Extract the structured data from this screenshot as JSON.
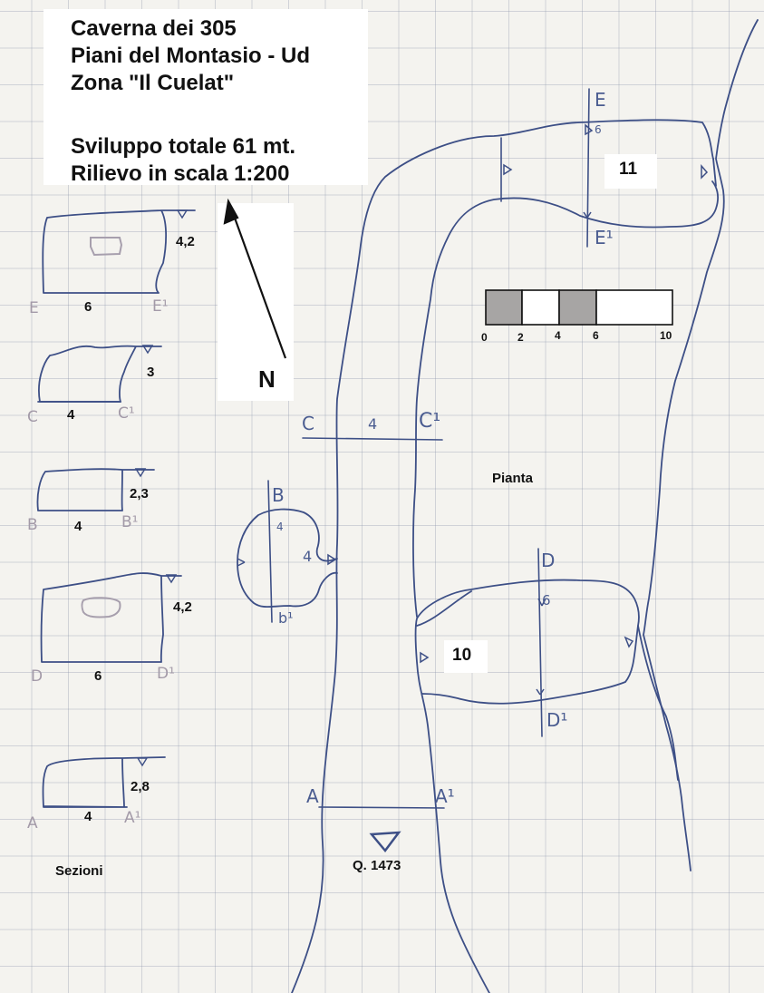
{
  "header": {
    "line1": "Caverna dei 305",
    "line2": "Piani del Montasio - Ud",
    "line3": "Zona \"Il Cuelat\"",
    "line4": "Sviluppo totale 61 mt.",
    "line5": "Rilievo in scala 1:200"
  },
  "north": {
    "label": "N"
  },
  "scale_bar": {
    "ticks": [
      "0",
      "2",
      "4",
      "6",
      "10"
    ]
  },
  "plan": {
    "label": "Pianta",
    "room_11": "11",
    "room_10": "10",
    "elevation": "Q. 1473",
    "marks": {
      "E": "E",
      "E1": "E¹",
      "E_width": "6",
      "C": "C",
      "C1": "C¹",
      "C_width": "4",
      "B": "B",
      "B1": "b¹",
      "B_width": "4",
      "D": "D",
      "D1": "D¹",
      "D_width": "6",
      "A": "A",
      "A1": "A¹"
    }
  },
  "sections": {
    "label": "Sezioni",
    "items": [
      {
        "id": "E",
        "width": "6",
        "height": "4,2",
        "left": "E",
        "right": "E¹"
      },
      {
        "id": "C",
        "width": "4",
        "height": "3",
        "left": "C",
        "right": "C¹"
      },
      {
        "id": "B",
        "width": "4",
        "height": "2,3",
        "left": "B",
        "right": "B¹"
      },
      {
        "id": "D",
        "width": "6",
        "height": "4,2",
        "left": "D",
        "right": "D¹"
      },
      {
        "id": "A",
        "width": "4",
        "height": "2,8",
        "left": "A",
        "right": "A¹"
      }
    ]
  }
}
